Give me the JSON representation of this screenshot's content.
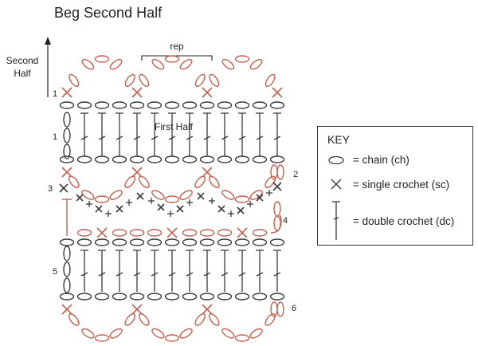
{
  "title": "Beg Second Half",
  "labels": {
    "second_half": [
      "Second",
      "Half"
    ],
    "first_half": "First Half",
    "rep": "rep",
    "rows": [
      "1",
      "1",
      "2",
      "3",
      "4",
      "5",
      "6"
    ]
  },
  "key": {
    "title": "KEY",
    "items": [
      {
        "icon": "chain-icon",
        "label": "= chain (ch)"
      },
      {
        "icon": "single-crochet-icon",
        "label": "= single crochet (sc)"
      },
      {
        "icon": "double-crochet-icon",
        "label": "= double crochet (dc)"
      }
    ]
  },
  "colors": {
    "stitch_red": "#c0604e",
    "stitch_dark": "#3a3a3a",
    "key_border": "#333333"
  }
}
